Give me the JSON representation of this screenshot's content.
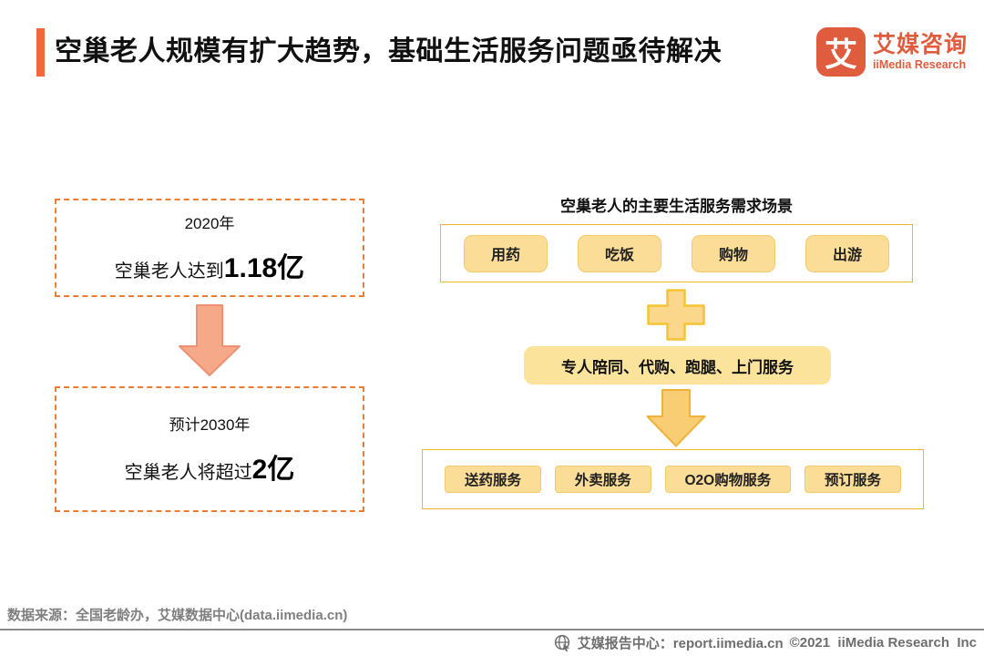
{
  "header": {
    "title": "空巢老人规模有扩大趋势，基础生活服务问题亟待解决",
    "logo": {
      "glyph": "艾",
      "name_cn": "艾媒咨询",
      "name_en": "iiMedia Research"
    }
  },
  "growth_flow": {
    "box_2020": {
      "year": "2020年",
      "text_prefix": "空巢老人达到",
      "value": "1.18亿"
    },
    "box_2030": {
      "year": "预计2030年",
      "text_prefix": "空巢老人将超过",
      "value": "2亿"
    }
  },
  "demand_flow": {
    "title": "空巢老人的主要生活服务需求场景",
    "scenes": [
      "用药",
      "吃饭",
      "购物",
      "出游"
    ],
    "solution": "专人陪同、代购、跑腿、上门服务",
    "services": [
      "送药服务",
      "外卖服务",
      "O2O购物服务",
      "预订服务"
    ]
  },
  "footer": {
    "source": "数据来源：全国老龄办，艾媒数据中心(data.iimedia.cn)",
    "report_center": "艾媒报告中心：report.iimedia.cn",
    "copyright": "©2021  iiMedia Research  Inc"
  },
  "colors": {
    "accent_orange": "#F1683C",
    "dashed_border": "#ED7D31",
    "salmon_arrow": "#F5A989",
    "gold_shape": "#F6C331",
    "node_fill": "#FBDD98",
    "node_border": "#F3C96C",
    "container_border": "#EAB931",
    "logo_red": "#E05C3E",
    "footer_gray": "#7F7F7F"
  }
}
